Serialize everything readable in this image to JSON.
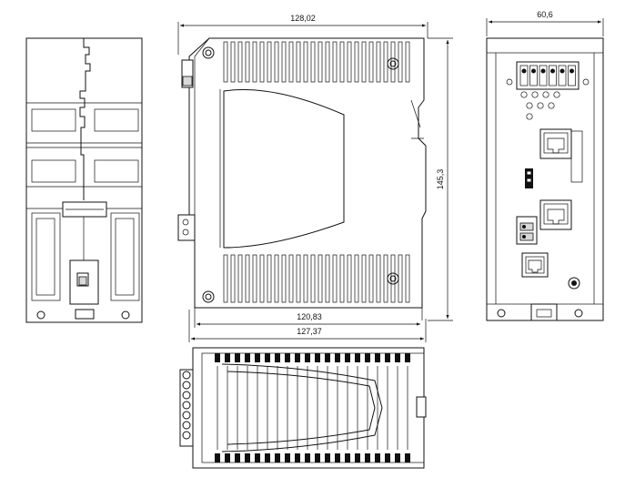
{
  "drawing": {
    "dimensions": {
      "front_width": "128,02",
      "side_width": "60,6",
      "height": "145,3",
      "inner_width": "120,83",
      "overall_width": "127,37"
    }
  }
}
